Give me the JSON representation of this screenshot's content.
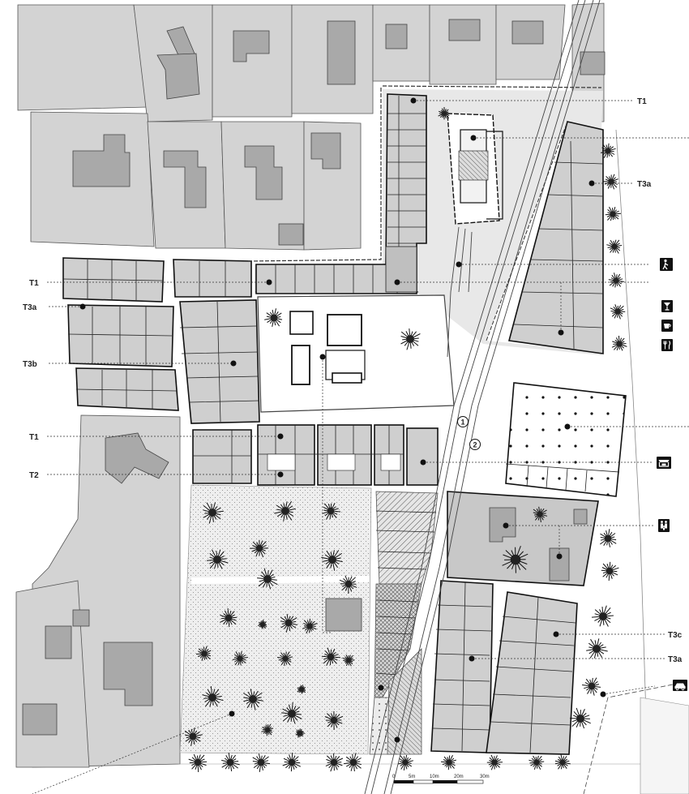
{
  "labels": {
    "left": [
      {
        "key": "t1_a",
        "text": "T1"
      },
      {
        "key": "t3a_a",
        "text": "T3a"
      },
      {
        "key": "t3b",
        "text": "T3b"
      },
      {
        "key": "t1_b",
        "text": "T1"
      },
      {
        "key": "t2",
        "text": "T2"
      }
    ],
    "right": [
      {
        "key": "t1_top",
        "text": "T1"
      },
      {
        "key": "t3a_top",
        "text": "T3a"
      },
      {
        "key": "t3c",
        "text": "T3c"
      },
      {
        "key": "t3a_bottom",
        "text": "T3a"
      }
    ]
  },
  "markers": [
    "1",
    "2"
  ],
  "scale_bar": [
    "0",
    "5m",
    "10m",
    "20m",
    "30m"
  ],
  "icons": [
    "pedestrian-icon",
    "cocktail-glass-icon",
    "coffee-cup-icon",
    "cutlery-icon",
    "market-stall-icon",
    "family-icon",
    "car-icon"
  ],
  "colors": {
    "lot_fill": "#d3d3d3",
    "building_fill": "#a9a9a9",
    "block_fill": "#cfcfcf",
    "ink": "#111111",
    "paper": "#ffffff"
  }
}
